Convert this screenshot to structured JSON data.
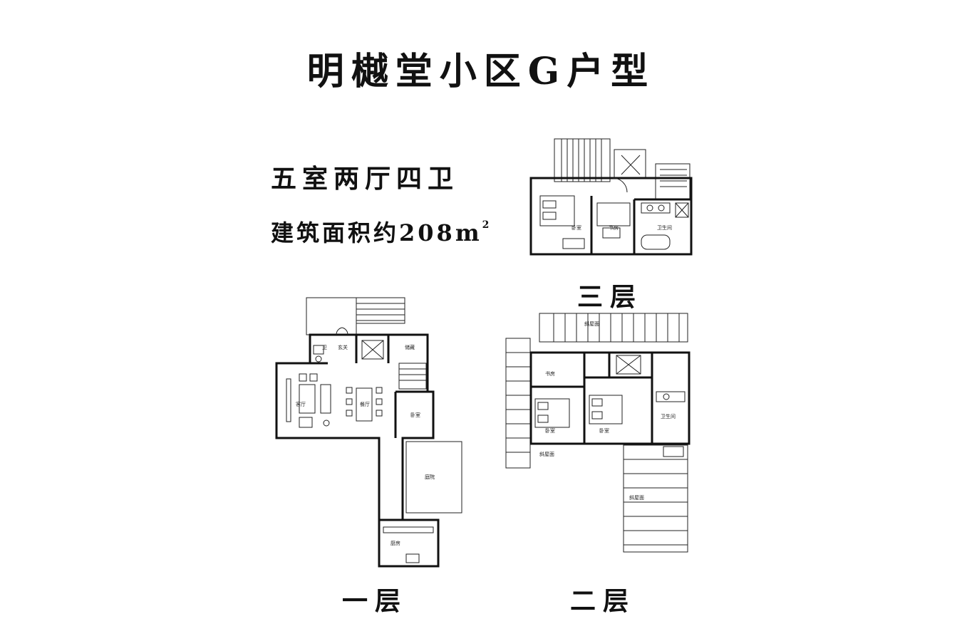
{
  "title": "明樾堂小区G户型",
  "info": {
    "layout": "五室两厅四卫",
    "area_prefix": "建筑面积约208",
    "area_unit": "m",
    "area_sup": "2"
  },
  "floors": {
    "floor1": "一层",
    "floor2": "二层",
    "floor3": "三层"
  },
  "room_labels": {
    "f1_living": "客厅",
    "f1_dining": "餐厅",
    "f1_bedroom": "卧室",
    "f1_kitchen": "厨房",
    "f1_bath": "卫",
    "f1_entry": "玄关",
    "f1_storage": "储藏",
    "f1_yard": "庭院",
    "f2_bedroom1": "卧室",
    "f2_bedroom2": "卧室",
    "f2_study": "书房",
    "f2_bath": "卫生间",
    "f2_roof1": "斜屋面",
    "f2_roof2": "斜屋面",
    "f2_roof3": "斜屋面",
    "f3_bedroom": "卧室",
    "f3_study": "书房",
    "f3_bath": "卫生间"
  }
}
